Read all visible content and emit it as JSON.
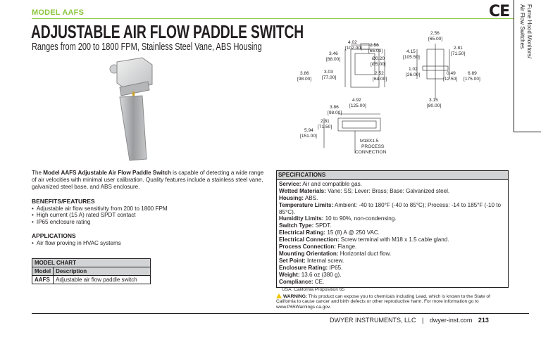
{
  "header": {
    "model_tag": "MODEL AAFS",
    "title": "ADJUSTABLE AIR FLOW PADDLE SWITCH",
    "subtitle": "Ranges from 200 to 1800 FPM, Stainless Steel Vane, ABS Housing",
    "ce_mark": "CE"
  },
  "side_tab": {
    "line1": "Fume Hood Monitors/",
    "line2": "Air Flow Switches"
  },
  "drawing": {
    "top_a": "4.02",
    "top_a2": "[102.00]",
    "top_b": "2.56",
    "top_b2": "[65.00]",
    "top_c": "3.46",
    "top_c2": "[88.00]",
    "top_d": "Ø0.20",
    "top_d2": "[Ø5.00]",
    "left_a": "3.86",
    "left_a2": "[98.00]",
    "left_b": "3.03",
    "left_b2": "[77.00]",
    "right_a": "2.52",
    "right_a2": "[64.00]",
    "side_top": "2.56",
    "side_top2": "[65.00]",
    "side_a": "4.15",
    "side_a2": "[105.50]",
    "side_b": "2.81",
    "side_b2": "[71.50]",
    "side_c": "1.02",
    "side_c2": "[26.00]",
    "side_d": "0.49",
    "side_d2": "[12.50]",
    "side_e": "6.89",
    "side_e2": "[175.00]",
    "side_f": "3.15",
    "side_f2": "[80.00]",
    "bot_a": "4.92",
    "bot_a2": "[125.00]",
    "bot_b": "3.86",
    "bot_b2": "[98.00]",
    "bot_c": "2.81",
    "bot_c2": "[71.50]",
    "bot_d": "5.94",
    "bot_d2": "[151.00]",
    "conn1": "M18X1.5",
    "conn2": "PROCESS",
    "conn3": "CONNECTION"
  },
  "description": {
    "intro_pre": "The ",
    "intro_bold": "Model AAFS Adjustable Air Flow Paddle Switch",
    "intro_post": " is capable of detecting a wide range of air velocities with minimal user calibration. Quality features include a stainless steel vane,  galvanized steel base, and ABS enclosure."
  },
  "benefits": {
    "heading": "BENEFITS/FEATURES",
    "items": [
      "Adjustable air flow sensitivity from 200 to 1800 FPM",
      "High current (15 A) rated SPDT contact",
      "IP65 enclosure rating"
    ]
  },
  "applications": {
    "heading": "APPLICATIONS",
    "items": [
      "Air flow proving in HVAC systems"
    ]
  },
  "model_chart": {
    "caption": "MODEL CHART",
    "col_model": "Model",
    "col_desc": "Description",
    "rows": [
      {
        "model": "AAFS",
        "description": "Adjustable air flow paddle switch"
      }
    ]
  },
  "specs": {
    "heading": "SPECIFICATIONS",
    "rows": [
      {
        "label": "Service:",
        "value": " Air and compatible gas."
      },
      {
        "label": "Wetted Materials:",
        "value": " Vane: SS; Lever: Brass; Base: Galvanized steel."
      },
      {
        "label": "Housing:",
        "value": " ABS."
      },
      {
        "label": "Temperature Limits:",
        "value": " Ambient: -40 to 180°F (-40 to 85°C); Process: -14 to 185°F (-10 to 85°C)."
      },
      {
        "label": "Humidity Limits:",
        "value": " 10 to 90%, non-condensing."
      },
      {
        "label": "Switch Type:",
        "value": " SPDT."
      },
      {
        "label": "Electrical Rating:",
        "value": " 15 (8) A @ 250 VAC."
      },
      {
        "label": "Electrical Connection:",
        "value": " Screw terminal with M18 x 1.5 cable gland."
      },
      {
        "label": "Process Connection:",
        "value": " Flange."
      },
      {
        "label": "Mounting Orientation:",
        "value": " Horizontal duct flow."
      },
      {
        "label": "Set Point:",
        "value": " Internal screw."
      },
      {
        "label": "Enclosure Rating:",
        "value": " IP65."
      },
      {
        "label": "Weight:",
        "value": " 13.6 oz (380 g)."
      },
      {
        "label": "Compliance:",
        "value": " CE."
      }
    ]
  },
  "warning": {
    "line1": "USA: California Proposition 65",
    "label": "WARNING:",
    "text": " This product can expose you to chemicals including Lead, which is known to the State of California to cause cancer and birth defects or other reproductive harm. For more information go to www.P65Warnings.ca.gov."
  },
  "footer": {
    "company": "DWYER INSTRUMENTS, LLC",
    "sep": "|",
    "site": "dwyer-inst.com",
    "page": "213"
  }
}
